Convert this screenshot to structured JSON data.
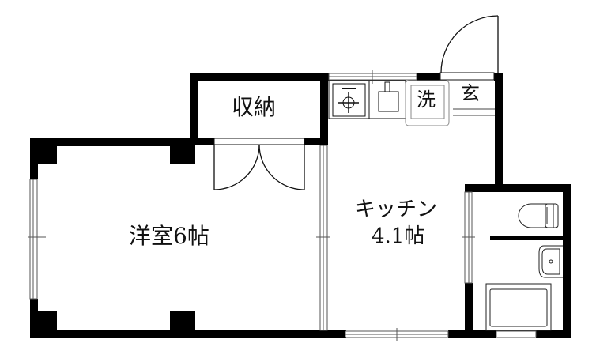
{
  "floor_plan": {
    "rooms": [
      {
        "id": "western-room",
        "label": "洋室6帖"
      },
      {
        "id": "storage",
        "label": "収納"
      },
      {
        "id": "kitchen",
        "label_line1": "キッチン",
        "label_line2": "4.1帖"
      },
      {
        "id": "entrance",
        "label": "玄"
      },
      {
        "id": "washer",
        "label": "洗"
      }
    ],
    "colors": {
      "wall": "#000000",
      "line": "#222222",
      "window": "#888888",
      "background": "#ffffff"
    }
  }
}
